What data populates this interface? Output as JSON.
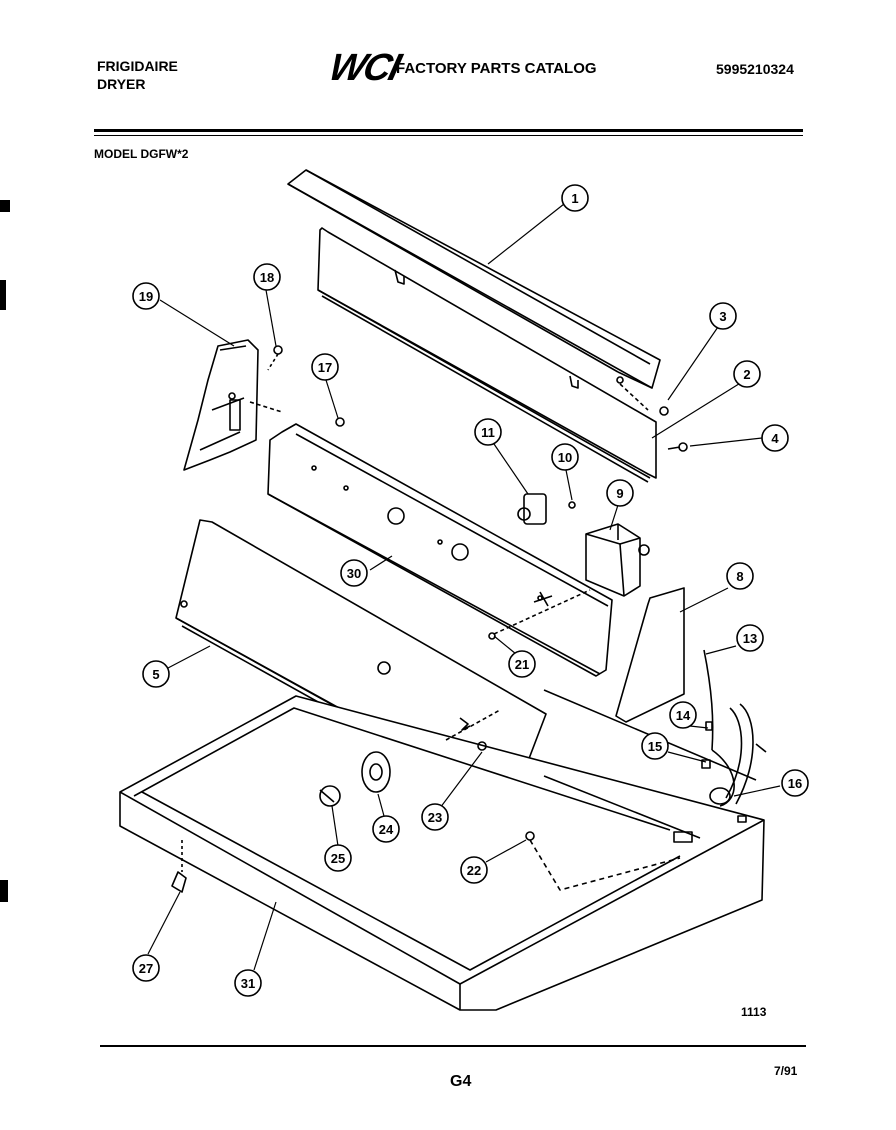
{
  "header": {
    "brand_line1": "FRIGIDAIRE",
    "brand_line2": "DRYER",
    "logo_text": "WCI",
    "catalog_title": "FACTORY PARTS CATALOG",
    "catalog_number": "5995210324"
  },
  "model_label": "MODEL DGFW*2",
  "figure_number": "1113",
  "page_label": "G4",
  "date_code": "7/91",
  "callouts": [
    "1",
    "2",
    "3",
    "4",
    "5",
    "8",
    "9",
    "10",
    "11",
    "13",
    "14",
    "15",
    "16",
    "17",
    "18",
    "19",
    "21",
    "22",
    "23",
    "24",
    "25",
    "27",
    "30",
    "31"
  ]
}
